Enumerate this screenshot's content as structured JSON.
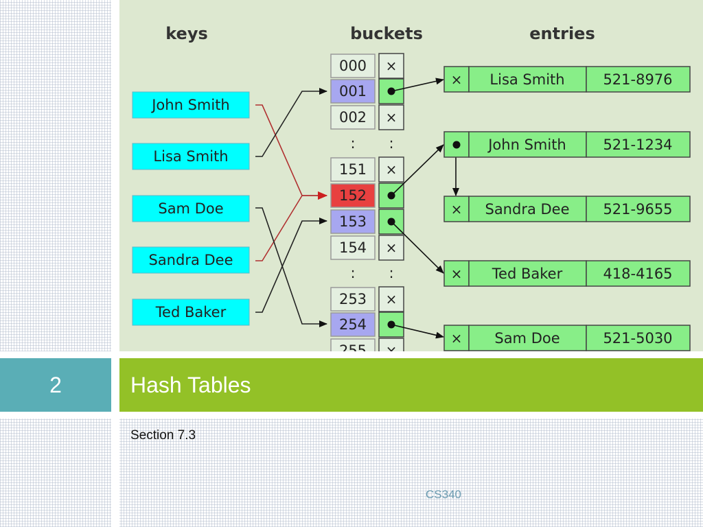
{
  "slide": {
    "number": "2",
    "title": "Hash Tables",
    "subtitle": "Section 7.3",
    "footer": "CS340"
  },
  "diagram": {
    "headers": {
      "keys": "keys",
      "buckets": "buckets",
      "entries": "entries"
    },
    "keys": [
      "John Smith",
      "Lisa Smith",
      "Sam Doe",
      "Sandra Dee",
      "Ted Baker"
    ],
    "buckets": [
      "000",
      "001",
      "002",
      ":",
      "151",
      "152",
      "153",
      "154",
      ":",
      "253",
      "254",
      "255"
    ],
    "null_symbol": "×",
    "entries": [
      {
        "name": "Lisa Smith",
        "phone": "521-8976"
      },
      {
        "name": "John Smith",
        "phone": "521-1234"
      },
      {
        "name": "Sandra Dee",
        "phone": "521-9655"
      },
      {
        "name": "Ted Baker",
        "phone": "418-4165"
      },
      {
        "name": "Sam Doe",
        "phone": "521-5030"
      }
    ],
    "colors": {
      "key_fill": "#00ffff",
      "bucket_highlight": "#a7a7f0",
      "bucket_collision": "#e84040",
      "entry_fill": "#88ee88",
      "collision_arrow": "#b03030"
    }
  }
}
